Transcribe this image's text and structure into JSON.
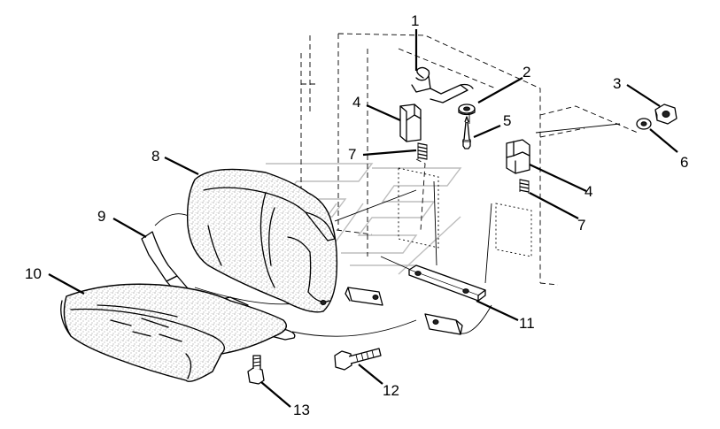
{
  "diagram": {
    "callouts": [
      {
        "id": "c1",
        "label": "1"
      },
      {
        "id": "c2",
        "label": "2"
      },
      {
        "id": "c3",
        "label": "3"
      },
      {
        "id": "c4a",
        "label": "4"
      },
      {
        "id": "c4b",
        "label": "4"
      },
      {
        "id": "c5",
        "label": "5"
      },
      {
        "id": "c6",
        "label": "6"
      },
      {
        "id": "c7a",
        "label": "7"
      },
      {
        "id": "c7b",
        "label": "7"
      },
      {
        "id": "c8",
        "label": "8"
      },
      {
        "id": "c9",
        "label": "9"
      },
      {
        "id": "c10",
        "label": "10"
      },
      {
        "id": "c11",
        "label": "11"
      },
      {
        "id": "c12",
        "label": "12"
      },
      {
        "id": "c13",
        "label": "13"
      }
    ]
  }
}
